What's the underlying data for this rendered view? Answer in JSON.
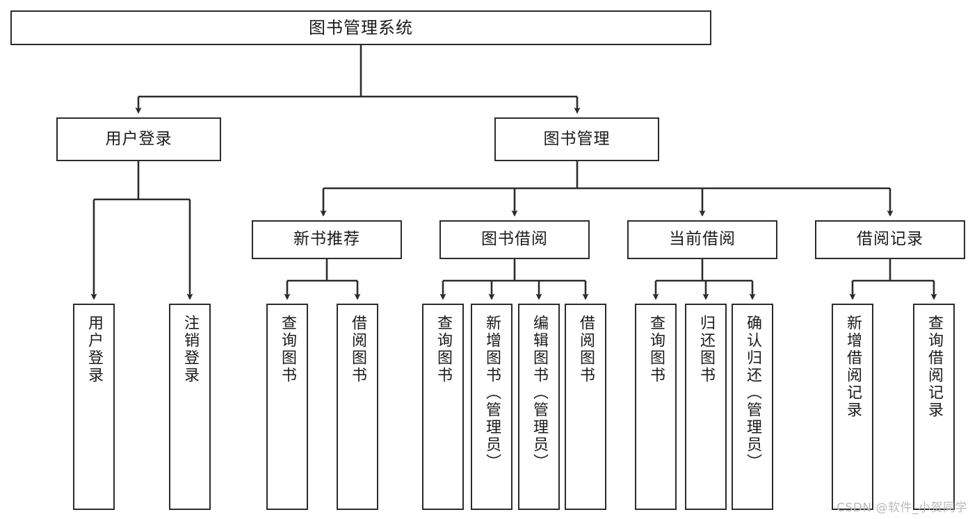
{
  "diagram": {
    "title": "图书管理系统",
    "type": "tree",
    "watermark": "CSDN @软件_小贺同学",
    "colors": {
      "box_border": "#2b2b2b",
      "box_fill": "#ffffff",
      "edge": "#2b2b2b",
      "text": "#1a1a1a",
      "watermark": "#b9b9b9",
      "background": "#ffffff"
    },
    "nodes": {
      "root": {
        "label": "图书管理系统"
      },
      "level2": [
        {
          "label": "用户登录"
        },
        {
          "label": "图书管理"
        }
      ],
      "level3": [
        {
          "label": "新书推荐"
        },
        {
          "label": "图书借阅"
        },
        {
          "label": "当前借阅"
        },
        {
          "label": "借阅记录"
        }
      ],
      "leaves_user_login": [
        {
          "label": "用户登录"
        },
        {
          "label": "注销登录"
        }
      ],
      "leaves_new_book": [
        {
          "label": "查询图书"
        },
        {
          "label": "借阅图书"
        }
      ],
      "leaves_borrow": [
        {
          "label": "查询图书"
        },
        {
          "label": "新增图书（管理员）"
        },
        {
          "label": "编辑图书（管理员）"
        },
        {
          "label": "借阅图书"
        }
      ],
      "leaves_current": [
        {
          "label": "查询图书"
        },
        {
          "label": "归还图书"
        },
        {
          "label": "确认归还（管理员）"
        }
      ],
      "leaves_records": [
        {
          "label": "新增借阅记录"
        },
        {
          "label": "查询借阅记录"
        }
      ]
    }
  }
}
